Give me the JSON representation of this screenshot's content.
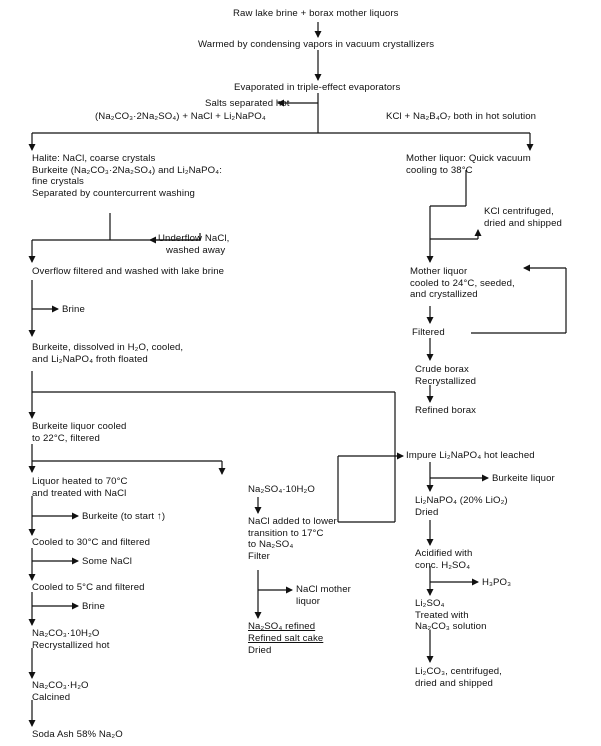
{
  "nodes": {
    "raw": [
      "Raw lake brine + borax mother liquors"
    ],
    "warmed": [
      "Warmed by condensing vapors in vacuum crystallizers"
    ],
    "evap": [
      "Evaporated in triple-effect evaporators"
    ],
    "salts_sep": [
      "Salts separated hot"
    ],
    "salts_formula": [
      "(Na₂CO₃·2Na₂SO₄) + NaCl + Li₂NaPO₄"
    ],
    "kcl_hot": [
      "KCl + Na₂B₄O₇ both in hot solution"
    ],
    "halite": [
      "Halite: NaCl, coarse crystals",
      "Burkeite (Na₂CO₃·2Na₂SO₄) and Li₂NaPO₄:",
      "fine crystals",
      "Separated by countercurrent washing"
    ],
    "underflow": [
      "Underflow NaCl,",
      "washed away"
    ],
    "overflow": [
      "Overflow filtered and washed with lake brine"
    ],
    "brine1": [
      "Brine"
    ],
    "burkeite_diss": [
      "Burkeite, dissolved in H₂O, cooled,",
      "and Li₂NaPO₄ froth floated"
    ],
    "burkeite_liq": [
      "Burkeite liquor cooled",
      "to 22°C, filtered"
    ],
    "liquor70": [
      "Liquor heated to 70°C",
      "and treated with NaCl"
    ],
    "burkeite_start": [
      "Burkeite (to start ↑)"
    ],
    "cooled30": [
      "Cooled to 30°C and filtered"
    ],
    "some_nacl": [
      "Some NaCl"
    ],
    "cooled5": [
      "Cooled to 5°C and filtered"
    ],
    "brine2": [
      "Brine"
    ],
    "na2co3_10": [
      "Na₂CO₃·10H₂O",
      "Recrystallized hot"
    ],
    "na2co3_h2o": [
      "Na₂CO₃·H₂O",
      "Calcined"
    ],
    "soda_ash": [
      "Soda Ash 58% Na₂O"
    ],
    "na2so4_10": [
      "Na₂SO₄·10H₂O"
    ],
    "nacl_added": [
      "NaCl added to lower",
      "transition to 17°C",
      "to Na₂SO₄",
      "Filter"
    ],
    "nacl_mother": [
      "NaCl mother",
      "liquor"
    ],
    "na2so4_refined": [
      "Na₂SO₄ refined"
    ],
    "refined_salt": [
      "Refined salt cake",
      "Dried"
    ],
    "mother_quick": [
      "Mother liquor: Quick vacuum",
      "cooling to 38°C"
    ],
    "kcl_centri": [
      "KCl centrifuged,",
      "dried and shipped"
    ],
    "mother24": [
      "Mother liquor",
      "cooled to 24°C, seeded,",
      "and crystallized"
    ],
    "filtered": [
      "Filtered"
    ],
    "crude_borax": [
      "Crude borax",
      "Recrystallized"
    ],
    "refined_borax": [
      "Refined borax"
    ],
    "impure": [
      "Impure Li₂NaPO₄ hot leached"
    ],
    "burkeite_liquor2": [
      "Burkeite liquor"
    ],
    "li2napo4": [
      "Li₂NaPO₄ (20% LiO₂)",
      "Dried"
    ],
    "acidified": [
      "Acidified with",
      "conc. H₂SO₄"
    ],
    "h3po3": [
      "H₃PO₃"
    ],
    "li2so4": [
      "Li₂SO₄",
      "Treated with",
      "Na₂CO₃ solution"
    ],
    "li2co3": [
      "Li₂CO₃, centrifuged,",
      "dried and shipped"
    ]
  }
}
